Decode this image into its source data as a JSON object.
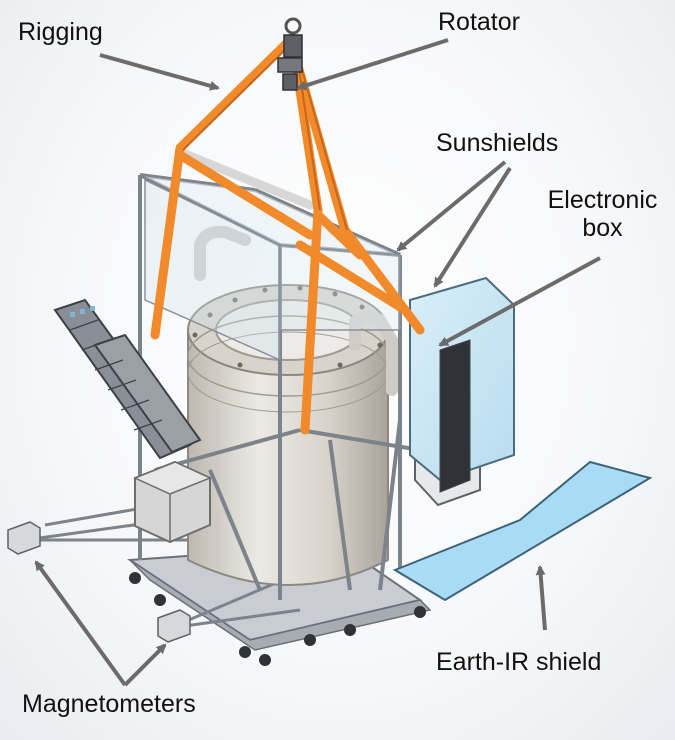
{
  "labels": {
    "rigging": "Rigging",
    "rotator": "Rotator",
    "sunshields": "Sunshields",
    "electronic_box_line1": "Electronic",
    "electronic_box_line2": "box",
    "earth_ir_shield": "Earth-IR shield",
    "magnetometers": "Magnetometers"
  },
  "colors": {
    "rigging": "#f08a2a",
    "rigging_dark": "#c8661a",
    "frame": "#9aa0a8",
    "frame_dark": "#5d636b",
    "cylinder": "#e0dcd6",
    "cylinder_dark": "#b9b4ac",
    "sunshield": "#cfe6f2",
    "earth_shield": "#a9dbf5",
    "arrow": "#6b6b6b"
  }
}
